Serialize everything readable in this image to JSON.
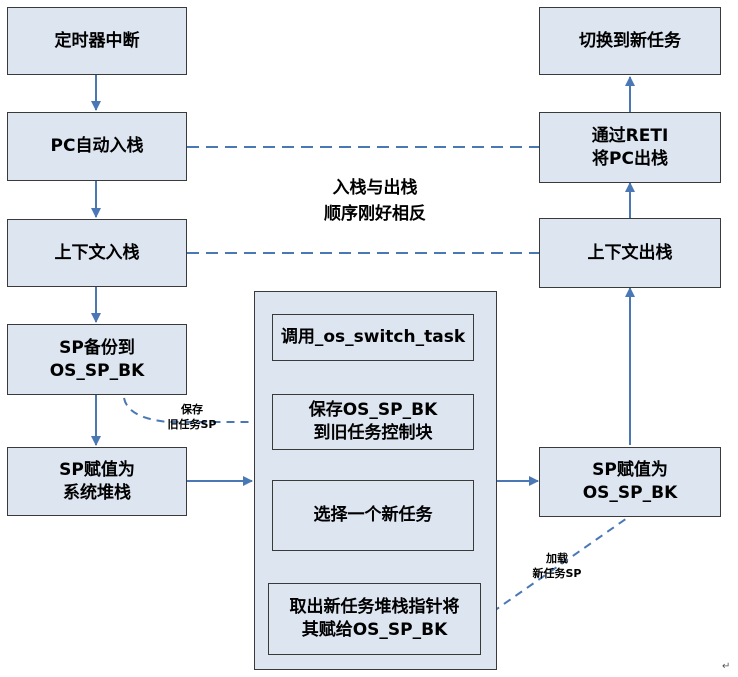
{
  "colors": {
    "box_fill": "#dde5f0",
    "border": "#3a3a3a",
    "arrow": "#4a78b5"
  },
  "boxes": {
    "timer_interrupt": "定时器中断",
    "pc_push": "PC自动入栈",
    "context_push": "上下文入栈",
    "sp_backup": [
      "SP备份到",
      "OS_SP_BK"
    ],
    "sp_to_system_stack": [
      "SP赋值为",
      "系统堆栈"
    ],
    "call_switch": "调用_os_switch_task",
    "save_to_tcb": [
      "保存OS_SP_BK",
      "到旧任务控制块"
    ],
    "select_task": "选择一个新任务",
    "fetch_new_sp": [
      "取出新任务堆栈指针将",
      "其赋给OS_SP_BK"
    ],
    "switch_to_new": "切换到新任务",
    "reti_pop": [
      "通过RETI",
      "将PC出栈"
    ],
    "context_pop": "上下文出栈",
    "sp_from_bk": [
      "SP赋值为",
      "OS_SP_BK"
    ]
  },
  "notes": {
    "push_pop_order": [
      "入栈与出栈",
      "顺序刚好相反"
    ],
    "save_old_sp": [
      "保存",
      "旧任务SP"
    ],
    "load_new_sp": [
      "加载",
      "新任务SP"
    ]
  },
  "end_mark": "↵"
}
